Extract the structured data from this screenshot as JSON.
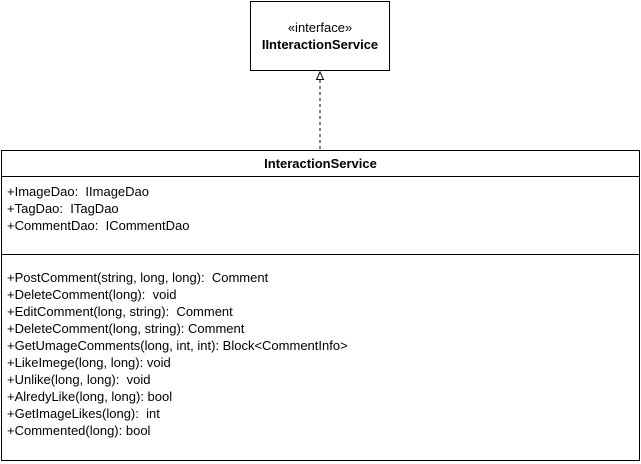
{
  "interface": {
    "stereotype": "«interface»",
    "name": "IInteractionService"
  },
  "class": {
    "name": "InteractionService",
    "attributes": [
      "+ImageDao:  IImageDao",
      "+TagDao:  ITagDao",
      "+CommentDao:  ICommentDao"
    ],
    "methods": [
      "+PostComment(string, long, long):  Comment",
      "+DeleteComment(long):  void",
      "+EditComment(long, string):  Comment",
      "+DeleteComment(long, string): Comment",
      "+GetUmageComments(long, int, int): Block<CommentInfo>",
      "+LikeImege(long, long): void",
      "+Unlike(long, long):  void",
      "+AlredyLike(long, long): bool",
      "+GetImageLikes(long):  int",
      "+Commented(long): bool"
    ]
  },
  "relationship": {
    "type": "realization",
    "from": "InteractionService",
    "to": "IInteractionService"
  }
}
